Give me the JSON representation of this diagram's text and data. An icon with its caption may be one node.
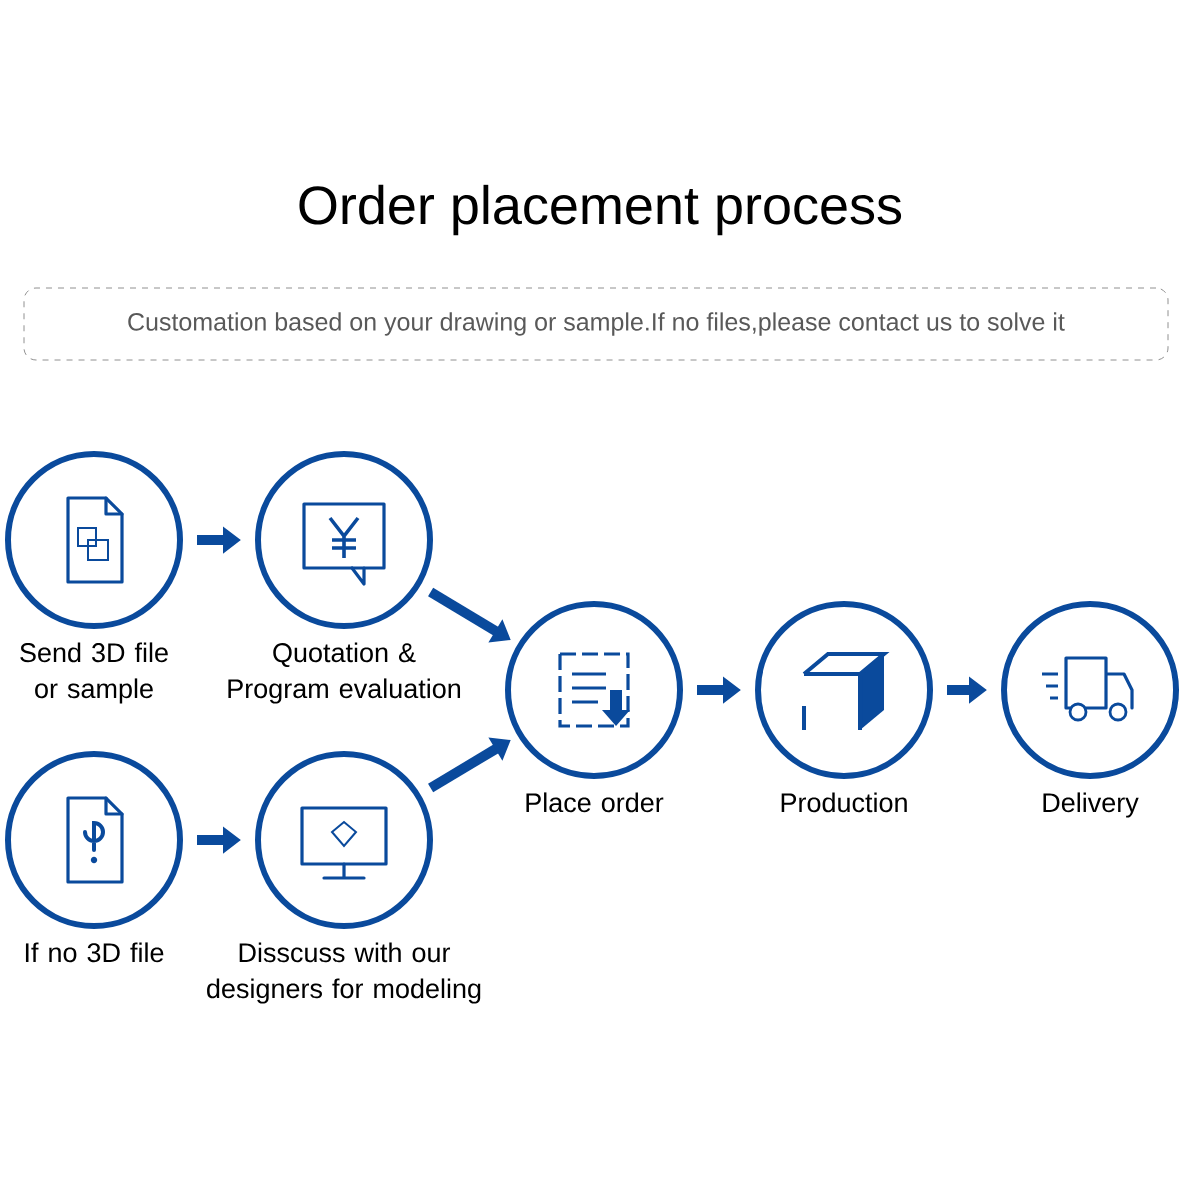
{
  "diagram": {
    "title": "Order placement process",
    "nodes": [
      {
        "text": [
          "Customation based on your drawing or sample.If no files,please contact us to solve it"
        ]
      },
      {
        "text": [
          "Send 3D file or sample"
        ]
      },
      {
        "text": [
          "Quotation & Program evaluation"
        ]
      },
      {
        "text": [
          "If no 3D file"
        ]
      },
      {
        "text": [
          "Disscuss with our designers for modeling"
        ]
      },
      {
        "text": [
          "Place order"
        ]
      },
      {
        "text": [
          "Production"
        ]
      },
      {
        "text": [
          "Delivery"
        ]
      }
    ],
    "edges": [
      {
        "from": 1,
        "to": 2,
        "arrow": "to"
      },
      {
        "from": 2,
        "to": 5,
        "arrow": "to"
      },
      {
        "from": 3,
        "to": 4,
        "arrow": "to"
      },
      {
        "from": 4,
        "to": 5,
        "arrow": "to"
      },
      {
        "from": 5,
        "to": 6,
        "arrow": "to"
      },
      {
        "from": 6,
        "to": 7,
        "arrow": "to"
      }
    ]
  }
}
